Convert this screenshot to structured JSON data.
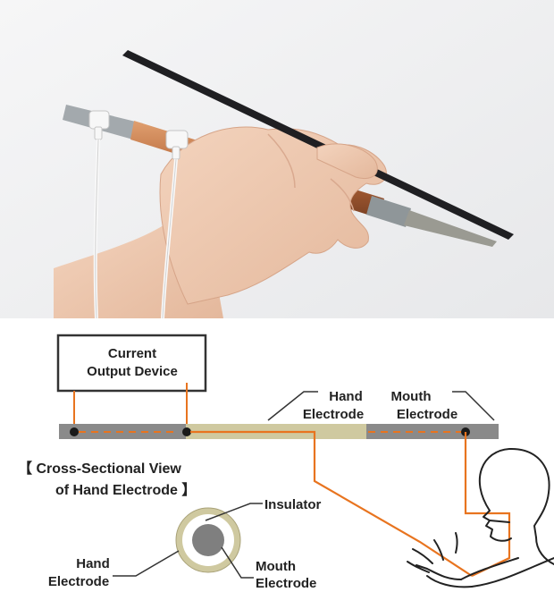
{
  "photo": {
    "alt": "hand holding electrode chopstick and plain chopstick"
  },
  "device": {
    "line1": "Current",
    "line2": "Output Device"
  },
  "labels": {
    "hand_electrode_line1": "Hand",
    "hand_electrode_line2": "Electrode",
    "mouth_electrode_line1": "Mouth",
    "mouth_electrode_line2": "Electrode"
  },
  "cross_section": {
    "title_line1": "【 Cross-Sectional View",
    "title_line2": "of Hand Electrode 】",
    "insulator": "Insulator",
    "hand_line1": "Hand",
    "hand_line2": "Electrode",
    "mouth_line1": "Mouth",
    "mouth_line2": "Electrode"
  },
  "colors": {
    "current_path": "#e8741f",
    "hand_electrode": "#cfc9a0",
    "mouth_electrode": "#888888",
    "insulator": "#ffffff",
    "outline": "#333333"
  }
}
